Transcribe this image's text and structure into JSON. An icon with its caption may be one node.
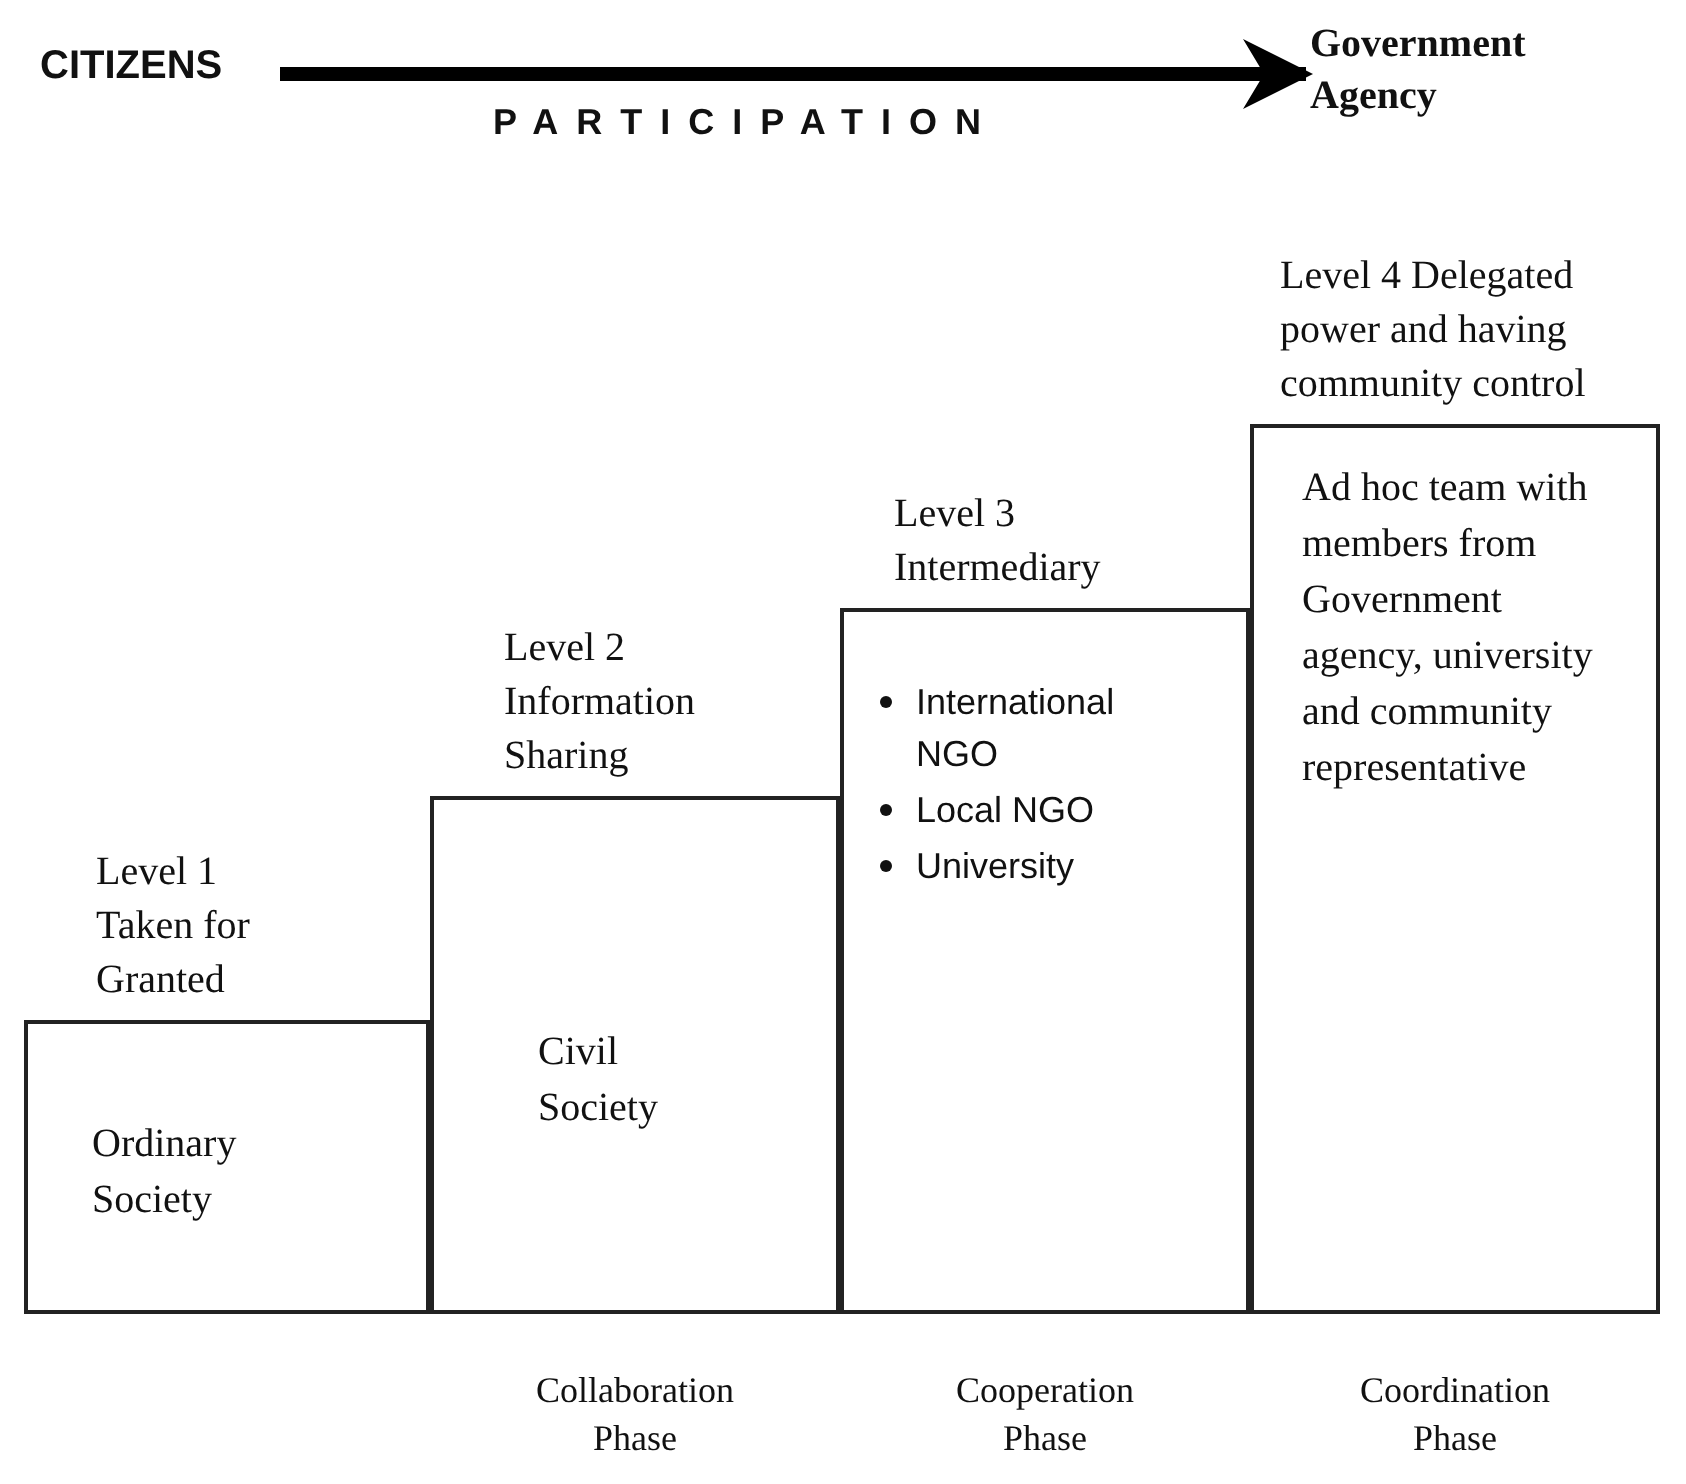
{
  "diagram": {
    "nodes": [
      {
        "text": [
          "CITIZENS"
        ]
      },
      {
        "text": [
          "Government Agency"
        ]
      },
      {
        "text": [
          "Level 1 Taken for Granted",
          "Ordinary Society"
        ]
      },
      {
        "text": [
          "Level 2 Information Sharing",
          "Civil Society"
        ],
        "beside": [
          "Collaboration Phase"
        ]
      },
      {
        "text": [
          "Level 3 Intermediary",
          "International NGO",
          "Local NGO",
          "University"
        ],
        "beside": [
          "Cooperation Phase"
        ]
      },
      {
        "text": [
          "Level 4 Delegated power and having community control",
          "Ad hoc team with members from Government agency, university and community representative"
        ],
        "beside": [
          "Coordination Phase"
        ]
      }
    ],
    "edges": [
      {
        "from": 0,
        "to": 1,
        "arrow": "to",
        "label": "PARTICIPATION"
      }
    ]
  }
}
